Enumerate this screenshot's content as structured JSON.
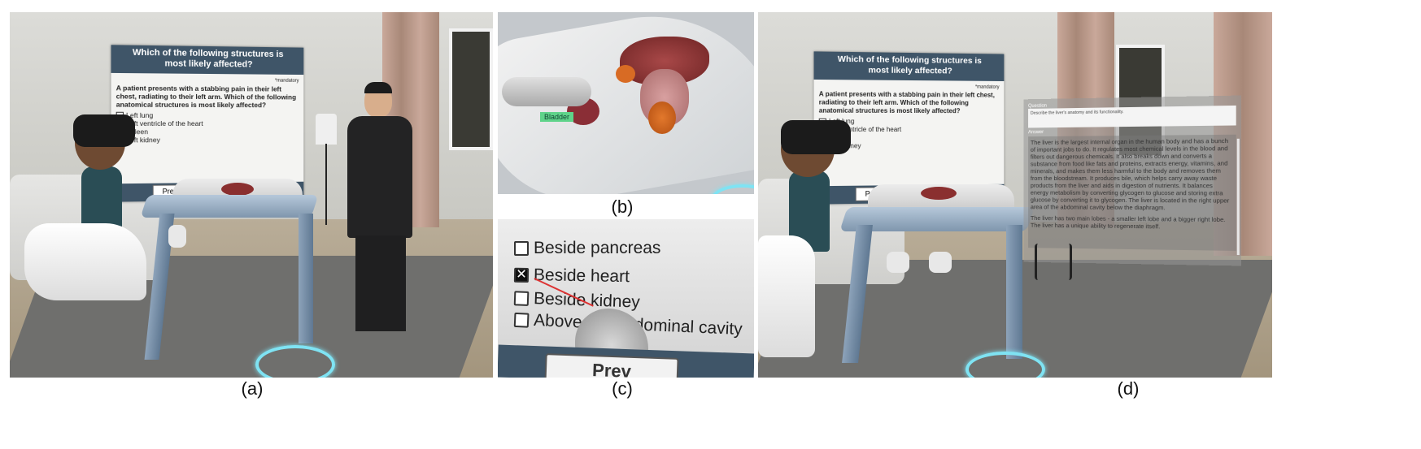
{
  "captions": {
    "a": "(a)",
    "b": "(b)",
    "c": "(c)",
    "d": "(d)"
  },
  "quiz": {
    "title_line1": "Which of the following structures is",
    "title_line2": "most likely affected?",
    "mandatory": "*mandatory",
    "question": "A patient presents with a stabbing pain in their left chest, radiating to their left arm. Which of the following anatomical structures is most likely affected?",
    "options": [
      "Left lung",
      "Left ventricle of the heart",
      "Spleen",
      "Left kidney"
    ],
    "prev_button": "Prev"
  },
  "organ_label": "Bladder",
  "closeup": {
    "options": [
      {
        "label": "Beside pancreas",
        "checked": false
      },
      {
        "label": "Beside heart",
        "checked": true
      },
      {
        "label": "Beside kidney",
        "checked": false
      },
      {
        "label": "Above the abdominal cavity",
        "checked": false
      }
    ],
    "prev_button": "Prev"
  },
  "ai_panel": {
    "question_label": "Question",
    "question_text": "Describe the liver's anatomy and its functionality.",
    "answer_label": "Answer",
    "answer_text": "The liver is the largest internal organ in the human body and has a bunch of important jobs to do. It regulates most chemical levels in the blood and filters out dangerous chemicals. It also breaks down and converts a substance from food like fats and proteins, extracts energy, vitamins, and minerals, and makes them less harmful to the body and removes them from the bloodstream. It produces bile, which helps carry away waste products from the liver and aids in digestion of nutrients. It balances energy metabolism by converting glycogen to glucose and storing extra glucose by converting it to glycogen. The liver is located in the right upper area of the abdominal cavity below the diaphragm.",
    "answer_text2": "The liver has two main lobes - a smaller left lobe and a bigger right lobe. The liver has a unique ability to regenerate itself."
  },
  "colors": {
    "board_header": "#3f5568",
    "ring": "#7fe3f3",
    "desk": "#8da3ba",
    "label_green": "#5fd38a"
  }
}
